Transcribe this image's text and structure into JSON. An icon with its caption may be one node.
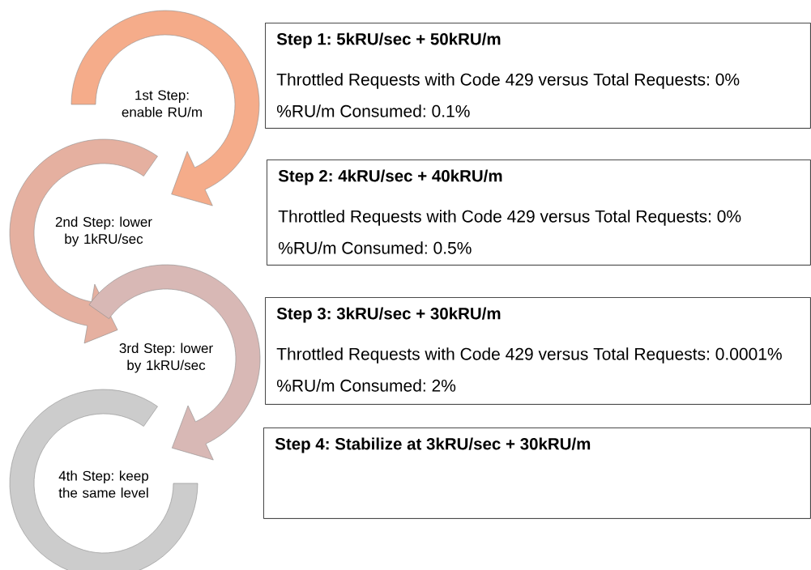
{
  "diagram": {
    "nodes": [
      {
        "text": [
          "1st Step: enable RU/m"
        ]
      },
      {
        "text": [
          "2nd Step: lower by 1kRU/sec"
        ]
      },
      {
        "text": [
          "3rd Step: lower by 1kRU/sec"
        ]
      },
      {
        "text": [
          "4th Step: keep the same level"
        ]
      },
      {
        "text": [
          "Step 1: 5kRU/sec + 50kRU/m",
          "Throttled Requests with Code 429 versus Total Requests: 0%",
          "%RU/m Consumed: 0.1%"
        ]
      },
      {
        "text": [
          "Step 2: 4kRU/sec + 40kRU/m",
          "Throttled Requests with Code 429 versus Total Requests: 0%",
          "%RU/m Consumed: 0.5%"
        ]
      },
      {
        "text": [
          "Step 3: 3kRU/sec + 30kRU/m",
          "Throttled Requests with Code 429 versus Total Requests: 0.0001%",
          "%RU/m Consumed: 2%"
        ]
      },
      {
        "text": [
          "Step 4: Stabilize at 3kRU/sec + 30kRU/m"
        ]
      }
    ],
    "edges": [
      {
        "from": 0,
        "to": 1,
        "arrow": "to"
      },
      {
        "from": 1,
        "to": 2,
        "arrow": "to"
      },
      {
        "from": 2,
        "to": 3,
        "arrow": "to"
      }
    ]
  }
}
